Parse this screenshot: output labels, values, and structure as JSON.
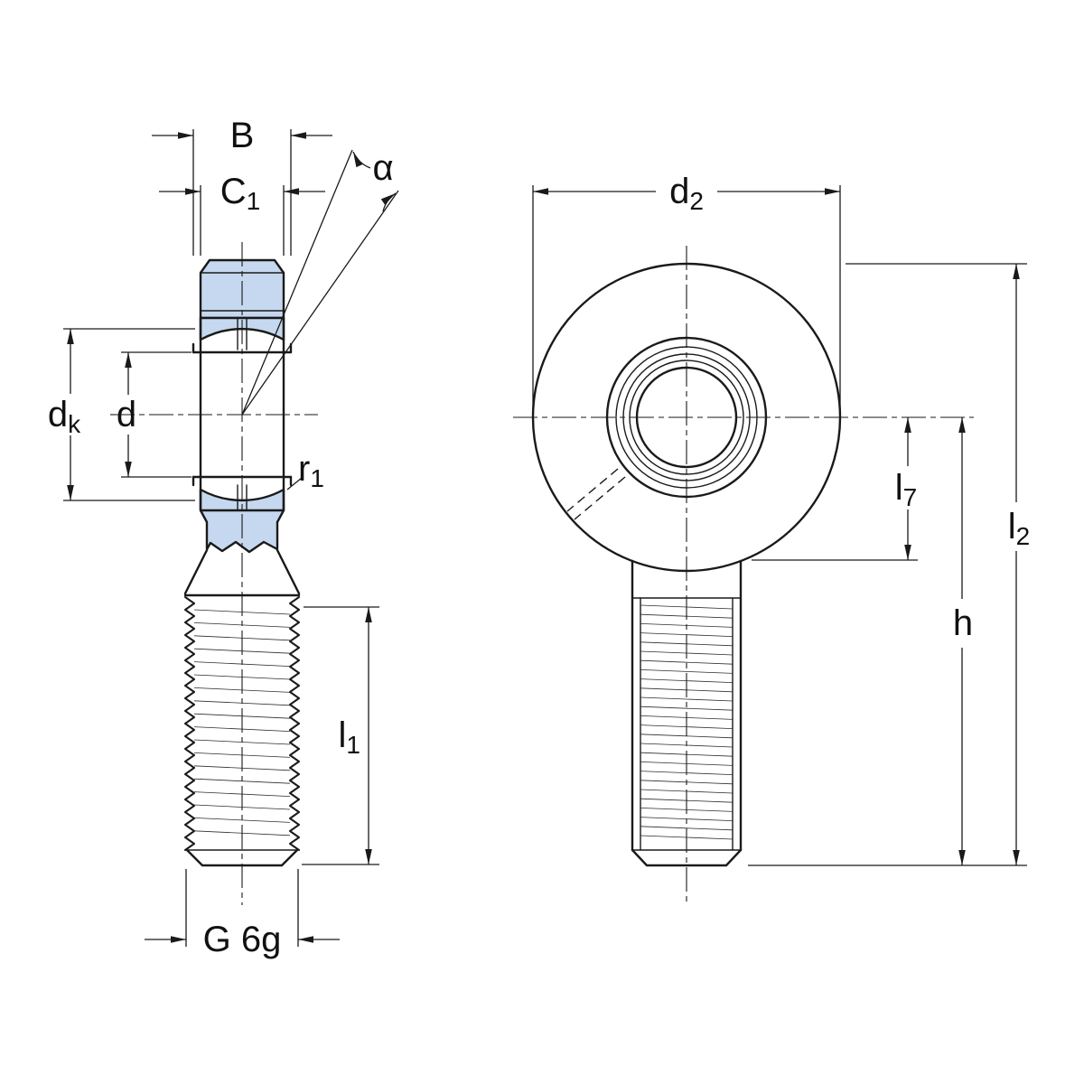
{
  "colors": {
    "line": "#1a1a1a",
    "highlight": "#c5d8ef",
    "background": "#ffffff"
  },
  "labels": {
    "b": {
      "main": "B",
      "sub": ""
    },
    "c1": {
      "main": "C",
      "sub": "1"
    },
    "alpha": {
      "main": "α",
      "sub": ""
    },
    "dk": {
      "main": "d",
      "sub": "k"
    },
    "d": {
      "main": "d",
      "sub": ""
    },
    "r1": {
      "main": "r",
      "sub": "1"
    },
    "l1": {
      "main": "l",
      "sub": "1"
    },
    "thread": {
      "main": "G 6g",
      "sub": ""
    },
    "d2": {
      "main": "d",
      "sub": "2"
    },
    "l7": {
      "main": "l",
      "sub": "7"
    },
    "l2": {
      "main": "l",
      "sub": "2"
    },
    "h": {
      "main": "h",
      "sub": ""
    }
  }
}
